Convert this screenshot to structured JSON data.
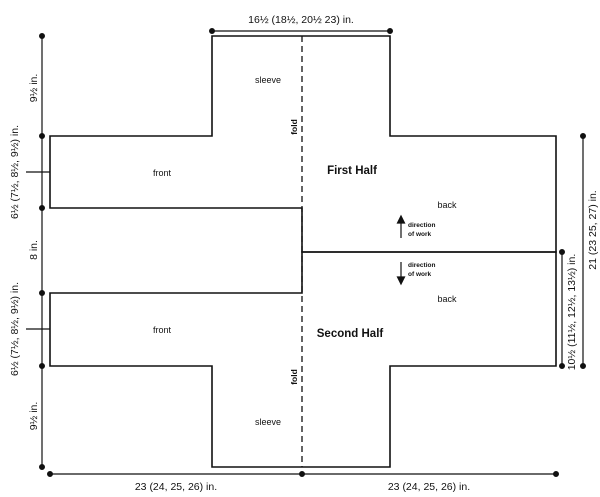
{
  "dimensions": {
    "top_width": "16½ (18½, 20½ 23) in.",
    "left_sleeve_top": "9½ in.",
    "left_front_top": "6½ (7½, 8½, 9½) in.",
    "left_middle": "8 in.",
    "left_front_bottom": "6½ (7½, 8½, 9½) in.",
    "left_sleeve_bottom": "9½ in.",
    "right_inner": "10½ (11½, 12½, 13½) in.",
    "right_outer": "21 (23 25, 27) in.",
    "bottom_left": "23 (24, 25, 26) in.",
    "bottom_right": "23 (24, 25, 26) in."
  },
  "labels": {
    "sleeve_top": "sleeve",
    "sleeve_bottom": "sleeve",
    "fold_top": "fold",
    "fold_bottom": "fold",
    "front_top": "front",
    "front_bottom": "front",
    "first_half": "First Half",
    "second_half": "Second Half",
    "back_top": "back",
    "back_bottom": "back",
    "direction_top_line1": "direction",
    "direction_top_line2": "of work",
    "direction_bottom_line1": "direction",
    "direction_bottom_line2": "of work"
  }
}
